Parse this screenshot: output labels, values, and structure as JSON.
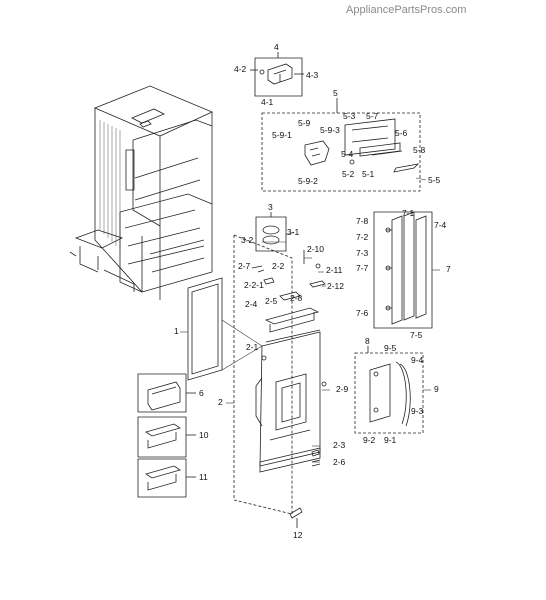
{
  "watermark": "AppliancePartsPros.com",
  "callouts": {
    "c1": "1",
    "c2": "2",
    "c2_1": "2-1",
    "c2_2": "2-2",
    "c2_2_1": "2-2-1",
    "c2_3": "2-3",
    "c2_4": "2-4",
    "c2_5": "2-5",
    "c2_6": "2-6",
    "c2_7": "2-7",
    "c2_8": "2-8",
    "c2_9": "2-9",
    "c2_10": "2-10",
    "c2_11": "2-11",
    "c2_12": "2-12",
    "c3": "3",
    "c3_1": "3-1",
    "c3_2": "3-2",
    "c4": "4",
    "c4_1": "4-1",
    "c4_2": "4-2",
    "c4_3": "4-3",
    "c5": "5",
    "c5_1": "5-1",
    "c5_2": "5-2",
    "c5_3": "5-3",
    "c5_4": "5-4",
    "c5_5": "5-5",
    "c5_6": "5-6",
    "c5_7": "5-7",
    "c5_8": "5-8",
    "c5_9": "5-9",
    "c5_9_1": "5-9-1",
    "c5_9_2": "5-9-2",
    "c5_9_3": "5-9-3",
    "c6": "6",
    "c7": "7",
    "c7_1": "7-1",
    "c7_2": "7-2",
    "c7_3": "7-3",
    "c7_4": "7-4",
    "c7_5": "7-5",
    "c7_6": "7-6",
    "c7_7": "7-7",
    "c7_8": "7-8",
    "c8": "8",
    "c9": "9",
    "c9_1": "9-1",
    "c9_2": "9-2",
    "c9_3": "9-3",
    "c9_4": "9-4",
    "c9_5": "9-5",
    "c10": "10",
    "c11": "11",
    "c12": "12"
  }
}
